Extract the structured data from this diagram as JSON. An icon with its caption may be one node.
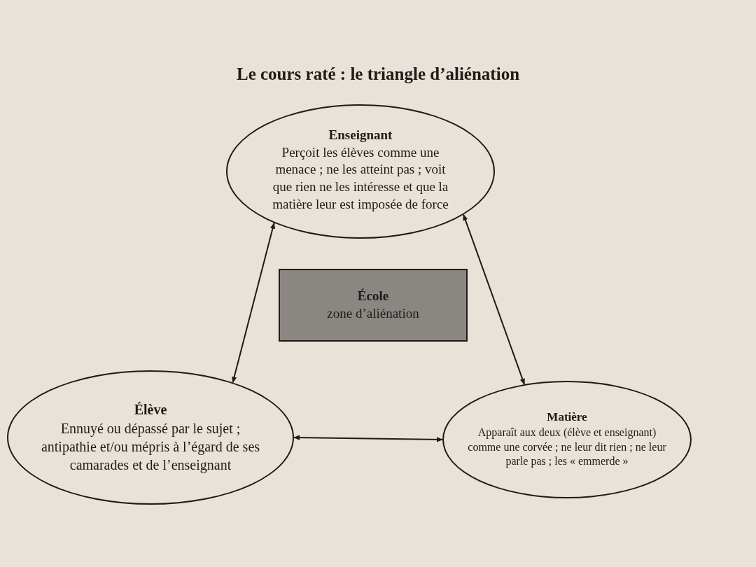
{
  "diagram": {
    "title": "Le cours raté : le triangle d’aliénation",
    "nodes": [
      {
        "text": [
          "Enseignant",
          "Perçoit les élèves comme une menace ; ne les atteint pas ; voit que rien ne les intéresse et que la matière leur est imposée de force"
        ]
      },
      {
        "text": [
          "École",
          "zone d’aliénation"
        ]
      },
      {
        "text": [
          "Élève",
          "Ennuyé ou dépassé par le sujet ; antipathie et/ou mépris à l’égard de ses camarades et de l’enseignant"
        ]
      },
      {
        "text": [
          "Matière",
          "Apparaît aux deux (élève et enseignant) comme une corvée ; ne leur dit rien ; ne leur parle pas ; les « emmerde »"
        ]
      }
    ],
    "edges": [
      {
        "from": 0,
        "to": 2,
        "arrow": "both"
      },
      {
        "from": 0,
        "to": 3,
        "arrow": "both"
      },
      {
        "from": 2,
        "to": 3,
        "arrow": "both"
      }
    ]
  }
}
